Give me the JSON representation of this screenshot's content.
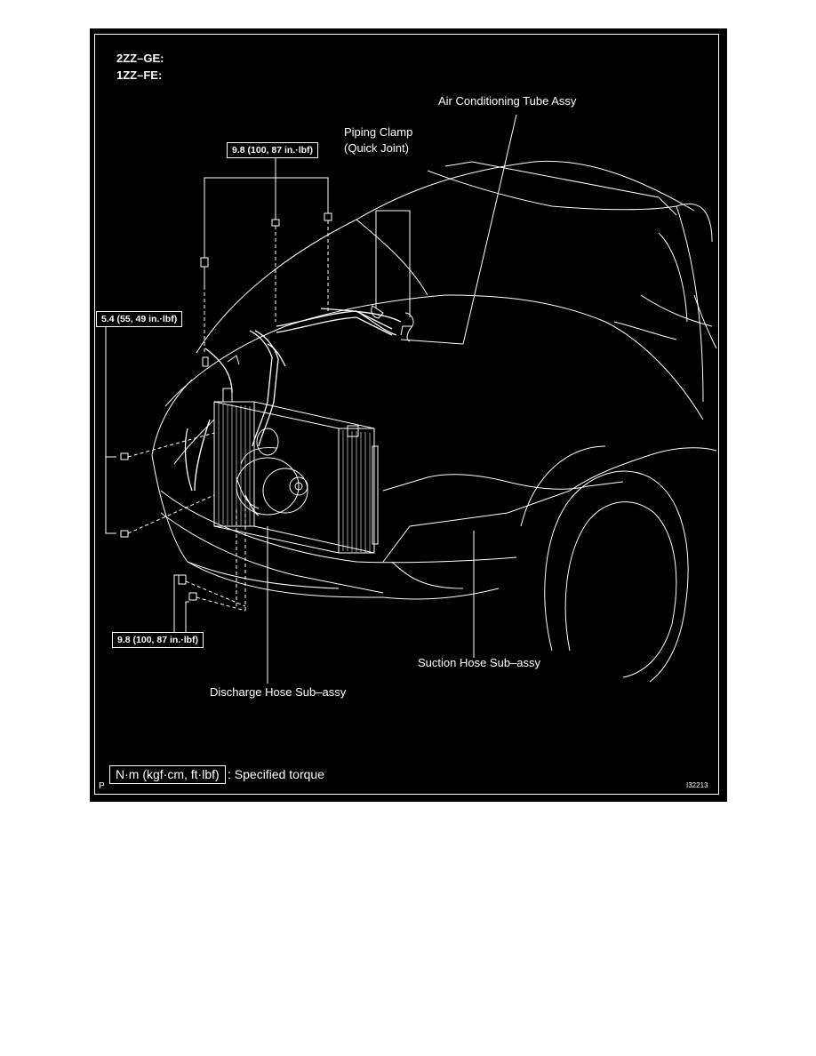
{
  "engine_codes": [
    "2ZZ–GE:",
    "1ZZ–FE:"
  ],
  "labels": {
    "ac_tube": "Air Conditioning Tube Assy",
    "piping_clamp_line1": "Piping Clamp",
    "piping_clamp_line2": "(Quick Joint)",
    "suction_hose": "Suction Hose Sub–assy",
    "discharge_hose": "Discharge Hose Sub–assy"
  },
  "torques": {
    "top": "9.8 (100, 87 in.·lbf)",
    "left": "5.4 (55, 49 in.·lbf)",
    "bottom": "9.8 (100, 87 in.·lbf)"
  },
  "legend": {
    "unit_box": "N·m (kgf·cm, ft·lbf)",
    "description": ": Specified torque"
  },
  "corner_letter": "P",
  "figure_code": "I32213"
}
